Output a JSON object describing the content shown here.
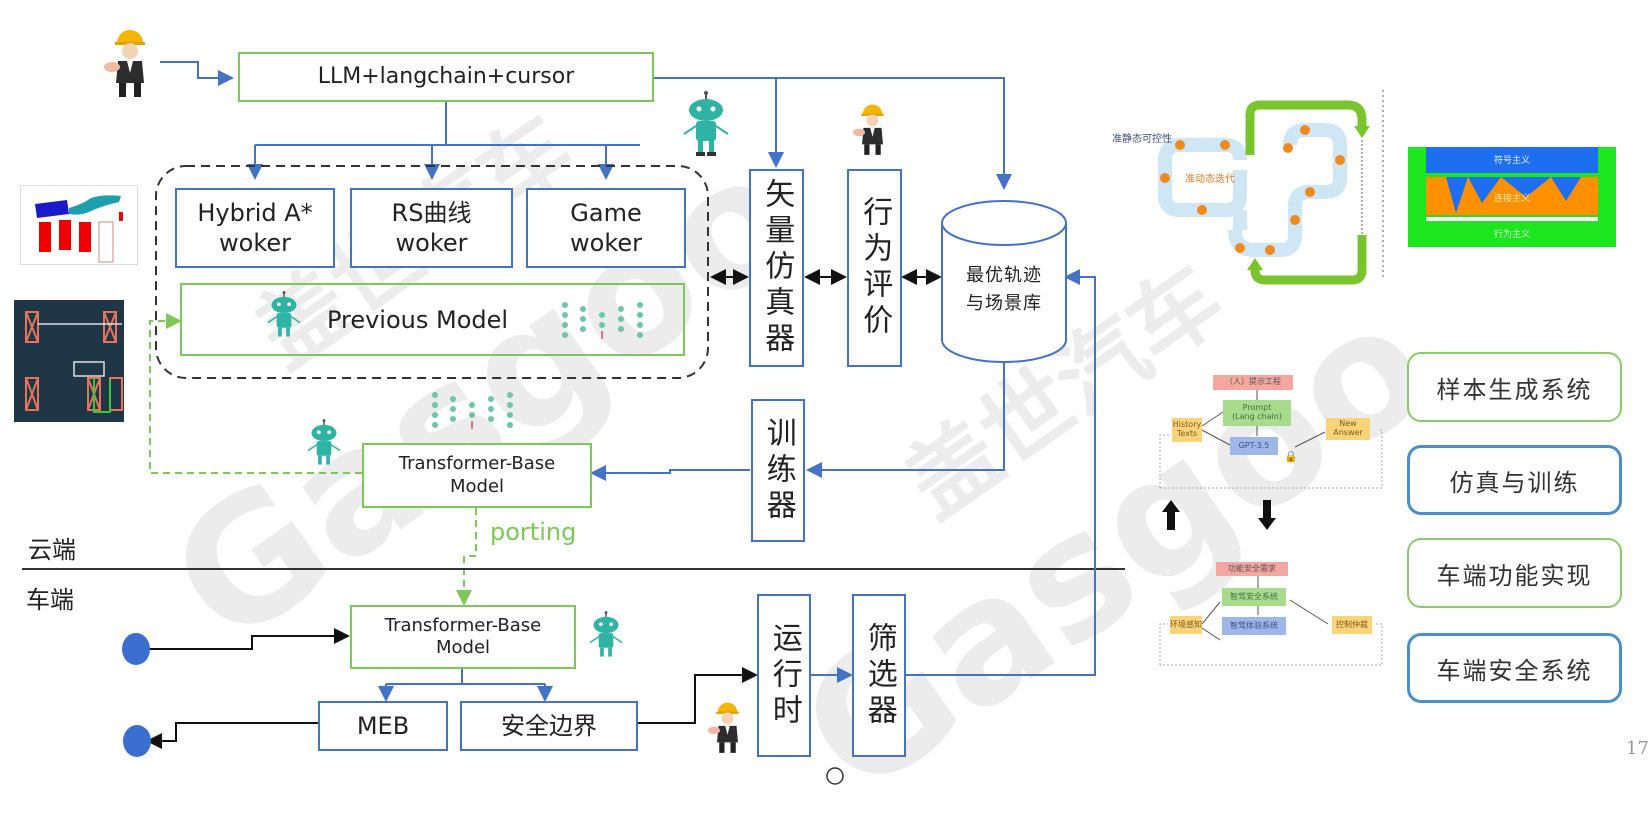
{
  "cloud_section": {
    "llm_box": "LLM+langchain+cursor",
    "workers": [
      {
        "line1": "Hybrid A*",
        "line2": "woker"
      },
      {
        "line1": "RS曲线",
        "line2": "woker"
      },
      {
        "line1": "Game",
        "line2": "woker"
      }
    ],
    "previous_model": "Previous Model",
    "vector_simulator": "矢量仿真器",
    "behavior_eval": "行为评价",
    "database": {
      "line1": "最优轨迹",
      "line2": "与场景库"
    },
    "trainer": "训练器",
    "transformer_cloud": {
      "line1": "Transformer-Base",
      "line2": "Model"
    },
    "porting_label": "porting",
    "cloud_label": "云端"
  },
  "vehicle_section": {
    "vehicle_label": "车端",
    "transformer_vehicle": {
      "line1": "Transformer-Base",
      "line2": "Model"
    },
    "meb": "MEB",
    "safety_boundary": "安全边界",
    "runtime": "运行时",
    "filter": "筛选器"
  },
  "right_panel": {
    "loop_diagram": {
      "label_static": "准静态可控性",
      "label_dynamic": "准动态迭代"
    },
    "layers_diagram": {
      "top": "符号主义",
      "middle": "连接主义",
      "bottom": "行为主义"
    },
    "prompt_flow": {
      "prompt_eng": "（人）提示工程",
      "prompt": "Prompt",
      "prompt_sub": "(Lang chain)",
      "history": "History Texts",
      "gpt": "GPT-3.5",
      "answer": "New Answer"
    },
    "safety_flow": {
      "requirement": "功能安全需求",
      "safety_system": "智驾安全系统",
      "perception": "环境感知",
      "experience": "智驾体验系统",
      "arbitration": "控制仲裁"
    },
    "labels": [
      {
        "text": "样本生成系统",
        "style": "green"
      },
      {
        "text": "仿真与训练",
        "style": "blue"
      },
      {
        "text": "车端功能实现",
        "style": "green"
      },
      {
        "text": "车端安全系统",
        "style": "blue"
      }
    ]
  },
  "watermark": {
    "cn": "盖世汽车",
    "en": "Gasgoo"
  },
  "page_number": "17",
  "colors": {
    "green_border": "#7ec85a",
    "blue_border": "#4472c4",
    "robot": "#2fb3a4",
    "endpoint": "#3a6fcf"
  }
}
